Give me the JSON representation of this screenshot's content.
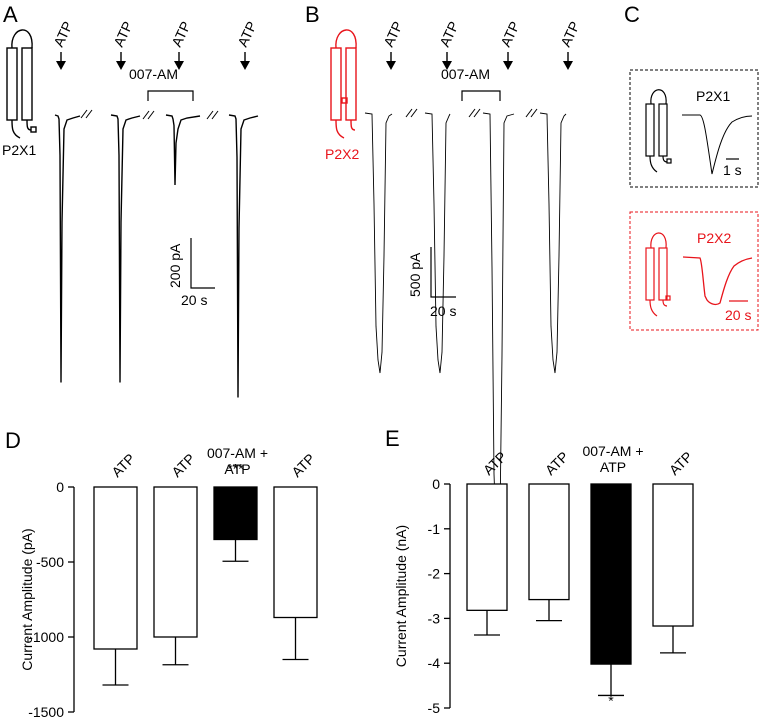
{
  "colors": {
    "p2x1": "#000000",
    "p2x2": "#e8141b"
  },
  "panels": {
    "a": {
      "label": "A",
      "receptor": "P2X1",
      "stimulus": "ATP",
      "drug_bar": "007-AM",
      "scale_y": "200 pA",
      "scale_x": "20 s"
    },
    "b": {
      "label": "B",
      "receptor": "P2X2",
      "stimulus": "ATP",
      "drug_bar": "007-AM",
      "scale_y": "500 pA",
      "scale_x": "20 s"
    },
    "c": {
      "label": "C",
      "insets": [
        {
          "receptor": "P2X1",
          "scale_x": "1 s"
        },
        {
          "receptor": "P2X2",
          "scale_x": "20 s"
        }
      ]
    },
    "d": {
      "label": "D"
    },
    "e": {
      "label": "E"
    }
  },
  "chart_data": [
    {
      "panel": "A",
      "type": "line",
      "description_kind": "current-trace",
      "receptor": "P2X1",
      "sweeps": [
        {
          "stimulus": "ATP",
          "peak_pA": -1070
        },
        {
          "stimulus": "ATP",
          "peak_pA": -1070
        },
        {
          "stimulus": "007-AM + ATP",
          "peak_pA": -280
        },
        {
          "stimulus": "ATP",
          "peak_pA": -1130
        }
      ],
      "scale_bars": {
        "y": "200 pA",
        "x": "20 s"
      }
    },
    {
      "panel": "B",
      "type": "line",
      "description_kind": "current-trace",
      "receptor": "P2X2",
      "sweeps": [
        {
          "stimulus": "ATP",
          "peak_nA": -2.6
        },
        {
          "stimulus": "ATP",
          "peak_nA": -2.6
        },
        {
          "stimulus": "007-AM + ATP",
          "peak_nA": -4.4
        },
        {
          "stimulus": "ATP",
          "peak_nA": -2.6
        }
      ],
      "scale_bars": {
        "y": "500 pA",
        "x": "20 s"
      }
    },
    {
      "panel": "D",
      "type": "bar",
      "categories": [
        "ATP",
        "ATP",
        "007-AM +\nATP",
        "ATP"
      ],
      "values": [
        -1080,
        -1000,
        -350,
        -870
      ],
      "errors": [
        240,
        185,
        145,
        280
      ],
      "fills": [
        "#ffffff",
        "#ffffff",
        "#000000",
        "#ffffff"
      ],
      "significance": [
        "",
        "",
        "***",
        ""
      ],
      "ylabel": "Current Amplitude (pA)",
      "ylim": [
        -1500,
        0
      ],
      "yticks": [
        0,
        -500,
        -1000,
        -1500
      ],
      "ytick_labels": [
        "0",
        "-500",
        "-1000",
        "-1500"
      ]
    },
    {
      "panel": "E",
      "type": "bar",
      "categories": [
        "ATP",
        "ATP",
        "007-AM +\nATP",
        "ATP"
      ],
      "values": [
        -2.82,
        -2.58,
        -4.02,
        -3.17
      ],
      "errors": [
        0.55,
        0.47,
        0.7,
        0.6
      ],
      "fills": [
        "#ffffff",
        "#ffffff",
        "#000000",
        "#ffffff"
      ],
      "significance": [
        "",
        "",
        "*",
        ""
      ],
      "ylabel": "Current Amplitude (nA)",
      "ylim": [
        -5,
        0
      ],
      "yticks": [
        0,
        -1,
        -2,
        -3,
        -4,
        -5
      ],
      "ytick_labels": [
        "0",
        "-1",
        "-2",
        "-3",
        "-4",
        "-5"
      ]
    }
  ]
}
